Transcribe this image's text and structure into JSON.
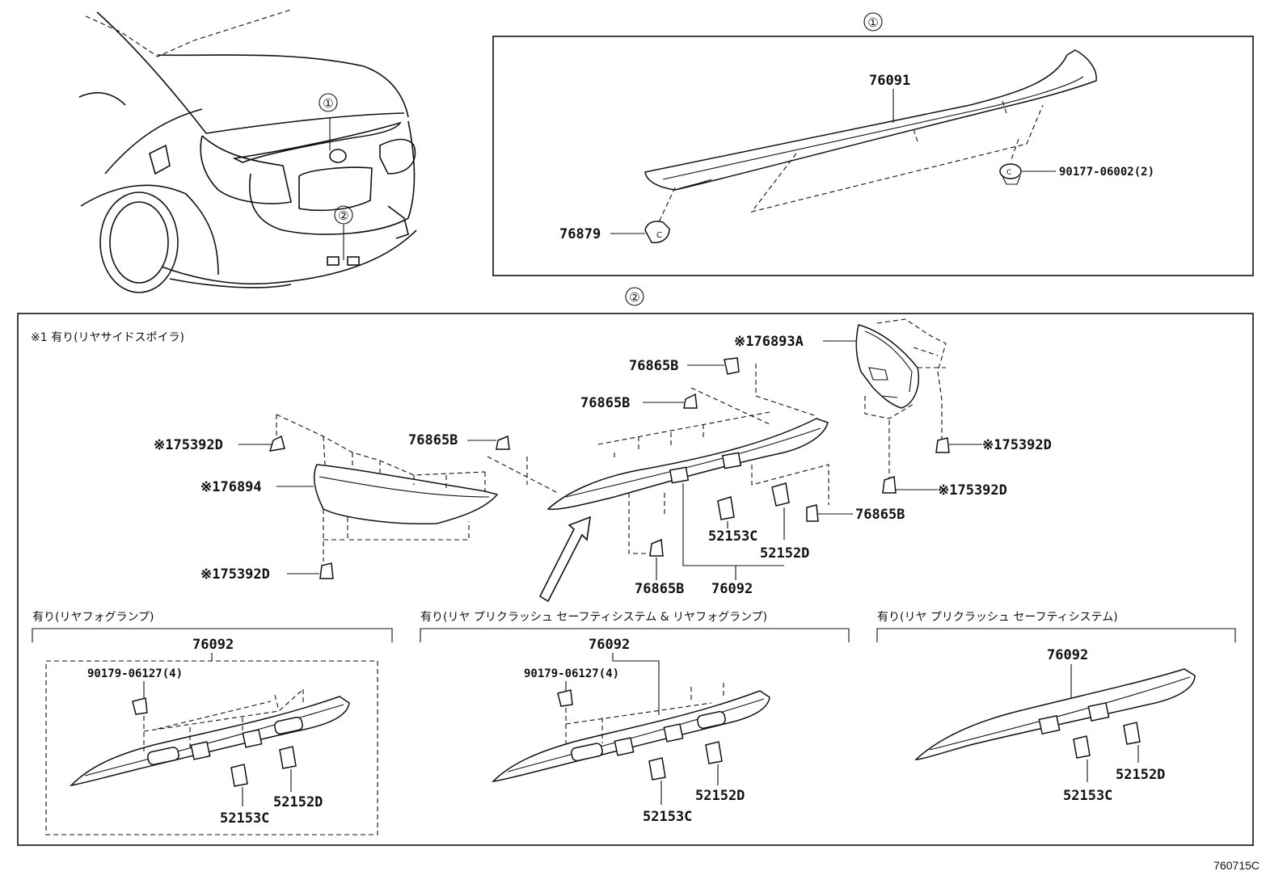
{
  "callouts": {
    "one": "①",
    "two": "②"
  },
  "box1": {
    "spoiler": "76091",
    "clip_right": "90177-06002(2)",
    "clip_left": "76879"
  },
  "box2": {
    "note": "※1 有り(リヤサイドスポイラ)",
    "side_bracket": "※176893A",
    "clip_a": "76865B",
    "clip_b": "76865B",
    "clip_c": "76865B",
    "clip_d": "76865B",
    "clip_e": "76865B",
    "retainer_left_top": "※175392D",
    "retainer_left_bottom": "※175392D",
    "retainer_right_top": "※175392D",
    "retainer_right_bottom": "※175392D",
    "left_spoiler": "※176894",
    "cap_c": "52153C",
    "cap_d": "52152D",
    "garnish": "76092"
  },
  "variant_a": {
    "title": "有り(リヤフォグランプ)",
    "garnish": "76092",
    "screw": "90179-06127(4)",
    "cap_d": "52152D",
    "cap_c": "52153C"
  },
  "variant_b": {
    "title": "有り(リヤ プリクラッシュ セーフティシステム & リヤフォグランプ)",
    "garnish": "76092",
    "screw": "90179-06127(4)",
    "cap_d": "52152D",
    "cap_c": "52153C"
  },
  "variant_c": {
    "title": "有り(リヤ プリクラッシュ セーフティシステム)",
    "garnish": "76092",
    "cap_d": "52152D",
    "cap_c": "52153C"
  },
  "doc_code": "760715C"
}
